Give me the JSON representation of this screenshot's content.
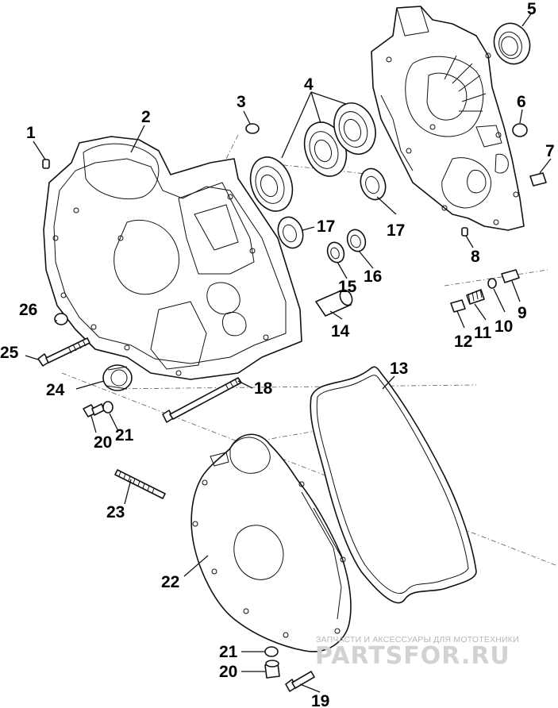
{
  "callouts": [
    "1",
    "2",
    "3",
    "4",
    "5",
    "6",
    "7",
    "8",
    "9",
    "10",
    "11",
    "12",
    "13",
    "14",
    "15",
    "16",
    "17",
    "17",
    "18",
    "19",
    "20",
    "20",
    "21",
    "21",
    "22",
    "23",
    "24",
    "25",
    "26"
  ],
  "watermark": {
    "tagline": "ЗАПЧАСТИ И АКСЕССУАРЫ ДЛЯ МОТОТЕХНИКИ",
    "brand": "PARTSFOR.RU"
  }
}
